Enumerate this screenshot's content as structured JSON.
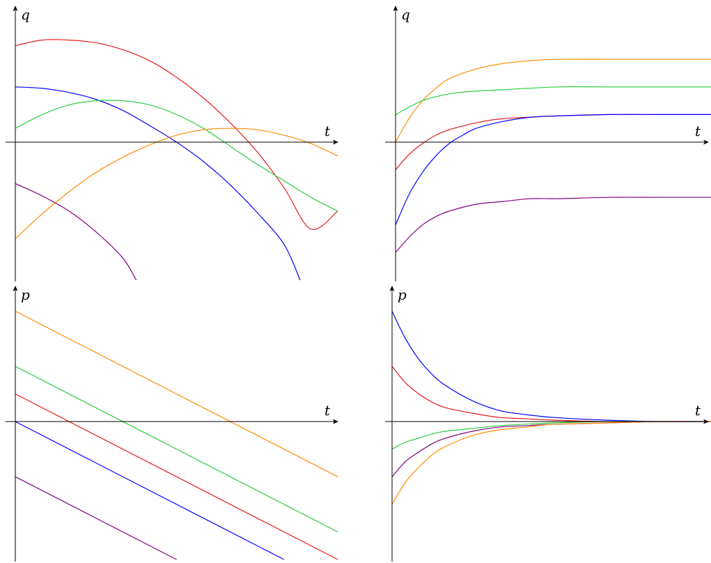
{
  "series_colors": {
    "red": "#e41a1c",
    "blue": "#0000ff",
    "green": "#2ecc40",
    "orange": "#ff8c00",
    "purple": "#800080"
  },
  "chart_data": [
    {
      "id": "q-quadratic",
      "type": "line",
      "xlabel": "t",
      "ylabel": "q",
      "xlim": [
        0,
        1.2
      ],
      "ylim": [
        -1,
        1
      ],
      "grid": false,
      "series": [
        {
          "color": "red",
          "x": [
            0,
            0.1,
            0.2,
            0.3,
            0.4,
            0.5,
            0.6,
            0.7,
            0.8,
            0.9,
            1.0,
            1.1,
            1.2
          ],
          "y": [
            0.7,
            0.74,
            0.74,
            0.72,
            0.67,
            0.59,
            0.47,
            0.32,
            0.14,
            -0.07,
            -0.33,
            -0.63,
            -0.5
          ]
        },
        {
          "color": "blue",
          "x": [
            0,
            0.1,
            0.2,
            0.3,
            0.4,
            0.5,
            0.6,
            0.7,
            0.8,
            0.9,
            1.0,
            1.06
          ],
          "y": [
            0.4,
            0.39,
            0.36,
            0.31,
            0.23,
            0.12,
            0.0,
            -0.14,
            -0.31,
            -0.51,
            -0.74,
            -1.0
          ]
        },
        {
          "color": "green",
          "x": [
            0,
            0.1,
            0.2,
            0.3,
            0.4,
            0.5,
            0.6,
            0.7,
            0.8,
            0.9,
            1.0,
            1.1,
            1.2
          ],
          "y": [
            0.1,
            0.2,
            0.27,
            0.3,
            0.3,
            0.27,
            0.2,
            0.1,
            -0.03,
            -0.16,
            -0.28,
            -0.4,
            -0.5
          ]
        },
        {
          "color": "orange",
          "x": [
            0,
            0.1,
            0.2,
            0.3,
            0.4,
            0.5,
            0.6,
            0.7,
            0.8,
            0.9,
            1.0,
            1.1,
            1.2
          ],
          "y": [
            -0.7,
            -0.52,
            -0.36,
            -0.22,
            -0.11,
            -0.02,
            0.05,
            0.09,
            0.1,
            0.09,
            0.05,
            -0.01,
            -0.1
          ]
        },
        {
          "color": "purple",
          "x": [
            0,
            0.1,
            0.2,
            0.3,
            0.4,
            0.45
          ],
          "y": [
            -0.3,
            -0.39,
            -0.5,
            -0.65,
            -0.84,
            -1.0
          ]
        }
      ]
    },
    {
      "id": "q-exponential",
      "type": "line",
      "xlabel": "t",
      "ylabel": "q",
      "xlim": [
        0,
        1.2
      ],
      "ylim": [
        -1,
        1
      ],
      "grid": false,
      "series": [
        {
          "color": "orange",
          "x": [
            0,
            0.05,
            0.1,
            0.15,
            0.2,
            0.3,
            0.4,
            0.5,
            0.6,
            0.8,
            1.0,
            1.2
          ],
          "y": [
            0.0,
            0.17,
            0.3,
            0.39,
            0.46,
            0.53,
            0.57,
            0.59,
            0.6,
            0.6,
            0.6,
            0.6
          ]
        },
        {
          "color": "green",
          "x": [
            0,
            0.1,
            0.2,
            0.3,
            0.4,
            0.6,
            0.8,
            1.0,
            1.2
          ],
          "y": [
            0.2,
            0.3,
            0.35,
            0.37,
            0.38,
            0.4,
            0.4,
            0.4,
            0.4
          ]
        },
        {
          "color": "red",
          "x": [
            0,
            0.05,
            0.1,
            0.15,
            0.2,
            0.3,
            0.4,
            0.6,
            0.8,
            1.0,
            1.2
          ],
          "y": [
            -0.2,
            -0.09,
            -0.01,
            0.05,
            0.09,
            0.14,
            0.17,
            0.19,
            0.2,
            0.2,
            0.2
          ]
        },
        {
          "color": "blue",
          "x": [
            0,
            0.05,
            0.1,
            0.15,
            0.2,
            0.25,
            0.3,
            0.4,
            0.5,
            0.6,
            0.8,
            1.0,
            1.2
          ],
          "y": [
            -0.6,
            -0.38,
            -0.22,
            -0.1,
            -0.01,
            0.05,
            0.1,
            0.15,
            0.18,
            0.19,
            0.2,
            0.2,
            0.2
          ]
        },
        {
          "color": "purple",
          "x": [
            0,
            0.05,
            0.1,
            0.15,
            0.2,
            0.3,
            0.4,
            0.5,
            0.6,
            0.8,
            1.0,
            1.2
          ],
          "y": [
            -0.8,
            -0.69,
            -0.6,
            -0.54,
            -0.5,
            -0.45,
            -0.43,
            -0.41,
            -0.41,
            -0.4,
            -0.4,
            -0.4
          ]
        }
      ]
    },
    {
      "id": "p-linear",
      "type": "line",
      "xlabel": "t",
      "ylabel": "p",
      "xlim": [
        0,
        1.2
      ],
      "ylim": [
        -1,
        1
      ],
      "grid": false,
      "series": [
        {
          "color": "orange",
          "x": [
            0,
            1.2
          ],
          "y": [
            0.8,
            -0.4
          ]
        },
        {
          "color": "green",
          "x": [
            0,
            1.2
          ],
          "y": [
            0.4,
            -0.8
          ]
        },
        {
          "color": "red",
          "x": [
            0,
            1.2
          ],
          "y": [
            0.2,
            -1.0
          ]
        },
        {
          "color": "blue",
          "x": [
            0,
            1.0
          ],
          "y": [
            0.0,
            -1.0
          ]
        },
        {
          "color": "purple",
          "x": [
            0,
            0.6
          ],
          "y": [
            -0.4,
            -1.0
          ]
        }
      ]
    },
    {
      "id": "p-exponential",
      "type": "line",
      "xlabel": "t",
      "ylabel": "p",
      "xlim": [
        0,
        1.2
      ],
      "ylim": [
        -1,
        1
      ],
      "grid": false,
      "series": [
        {
          "color": "blue",
          "x": [
            0,
            0.05,
            0.1,
            0.15,
            0.2,
            0.3,
            0.4,
            0.5,
            0.6,
            0.8,
            1.0,
            1.2
          ],
          "y": [
            0.8,
            0.6,
            0.45,
            0.34,
            0.26,
            0.15,
            0.08,
            0.05,
            0.03,
            0.01,
            0.0,
            0.0
          ]
        },
        {
          "color": "red",
          "x": [
            0,
            0.05,
            0.1,
            0.15,
            0.2,
            0.3,
            0.4,
            0.5,
            0.6,
            0.8,
            1.0,
            1.2
          ],
          "y": [
            0.4,
            0.28,
            0.2,
            0.14,
            0.1,
            0.06,
            0.03,
            0.02,
            0.01,
            0.0,
            0.0,
            0.0
          ]
        },
        {
          "color": "green",
          "x": [
            0,
            0.05,
            0.1,
            0.15,
            0.2,
            0.3,
            0.4,
            0.6,
            0.8,
            1.0,
            1.2
          ],
          "y": [
            -0.2,
            -0.15,
            -0.12,
            -0.09,
            -0.07,
            -0.05,
            -0.03,
            -0.01,
            0.0,
            0.0,
            0.0
          ]
        },
        {
          "color": "purple",
          "x": [
            0,
            0.05,
            0.1,
            0.15,
            0.2,
            0.3,
            0.4,
            0.5,
            0.6,
            0.8,
            1.0,
            1.2
          ],
          "y": [
            -0.4,
            -0.29,
            -0.22,
            -0.16,
            -0.12,
            -0.07,
            -0.04,
            -0.03,
            -0.02,
            -0.01,
            0.0,
            0.0
          ]
        },
        {
          "color": "orange",
          "x": [
            0,
            0.05,
            0.1,
            0.15,
            0.2,
            0.3,
            0.4,
            0.5,
            0.6,
            0.8,
            1.0,
            1.2
          ],
          "y": [
            -0.6,
            -0.44,
            -0.33,
            -0.24,
            -0.18,
            -0.1,
            -0.06,
            -0.04,
            -0.02,
            -0.01,
            0.0,
            0.0
          ]
        }
      ]
    }
  ]
}
